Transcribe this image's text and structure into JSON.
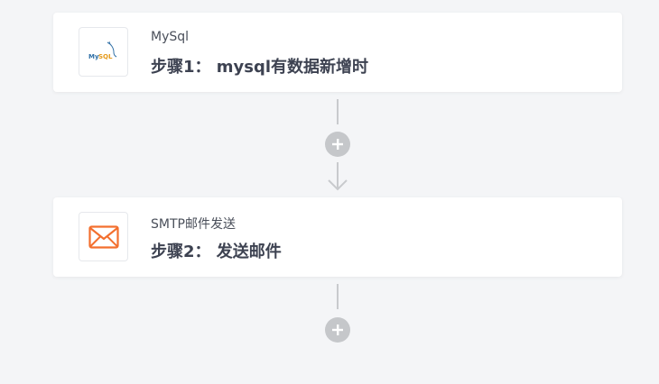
{
  "flow": {
    "steps": [
      {
        "app_name": "MySql",
        "title": "步骤1： mysql有数据新增时",
        "icon": "mysql-logo-icon",
        "logo_text": "MySQL"
      },
      {
        "app_name": "SMTP邮件发送",
        "title": "步骤2： 发送邮件",
        "icon": "mail-envelope-icon"
      }
    ],
    "add_step_icon": "plus-circle-icon",
    "arrow_icon": "arrow-down-icon"
  },
  "colors": {
    "background": "#f4f5f7",
    "card": "#ffffff",
    "connector": "#c8cacd",
    "mail_icon": "#f36f2e",
    "mysql_blue": "#2f6fa6",
    "mysql_orange": "#e59a1c"
  }
}
